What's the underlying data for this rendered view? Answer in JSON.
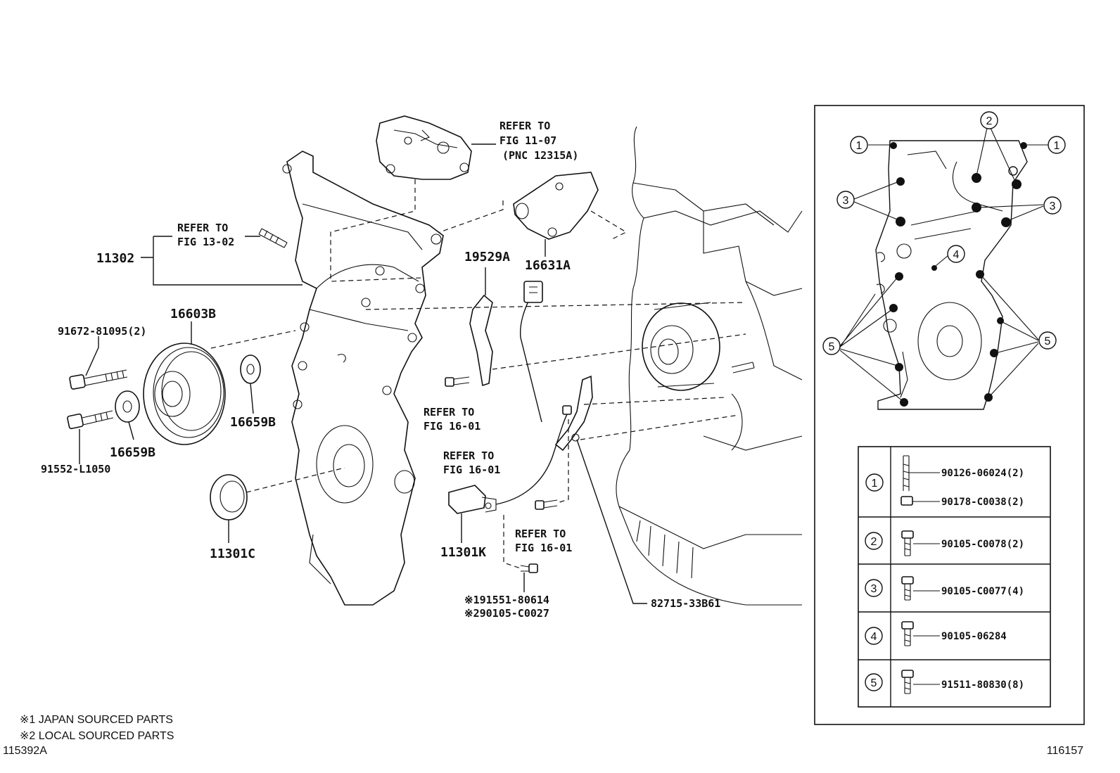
{
  "parts": {
    "p11302": "11302",
    "p16603B": "16603B",
    "p91672": "91672-81095(2)",
    "p91552": "91552-L1050",
    "p16659B_a": "16659B",
    "p16659B_b": "16659B",
    "p11301C": "11301C",
    "p19529A": "19529A",
    "p16631A": "16631A",
    "p11301K": "11301K",
    "p91551": "※191551-80614",
    "p90105c27": "※290105-C0027",
    "p82715": "82715-33B61"
  },
  "refs": {
    "fig1107": [
      "REFER TO",
      "FIG 11-07",
      "(PNC 12315A)"
    ],
    "fig1302": [
      "REFER TO",
      "FIG 13-02"
    ],
    "fig1601a": [
      "REFER TO",
      "FIG 16-01"
    ],
    "fig1601b": [
      "REFER TO",
      "FIG 16-01"
    ],
    "fig1601c": [
      "REFER TO",
      "FIG 16-01"
    ]
  },
  "inset_markers": [
    "1",
    "2",
    "3",
    "4",
    "5"
  ],
  "bolt_table": [
    {
      "no": "1",
      "parts": [
        "90126-06024(2)",
        "90178-C0038(2)"
      ]
    },
    {
      "no": "2",
      "parts": [
        "90105-C0078(2)"
      ]
    },
    {
      "no": "3",
      "parts": [
        "90105-C0077(4)"
      ]
    },
    {
      "no": "4",
      "parts": [
        "90105-06284"
      ]
    },
    {
      "no": "5",
      "parts": [
        "91511-80830(8)"
      ]
    }
  ],
  "notes": {
    "japan": "※1 JAPAN SOURCED PARTS",
    "local": "※2 LOCAL SOURCED PARTS",
    "code_left": "115392A",
    "code_right": "116157"
  }
}
